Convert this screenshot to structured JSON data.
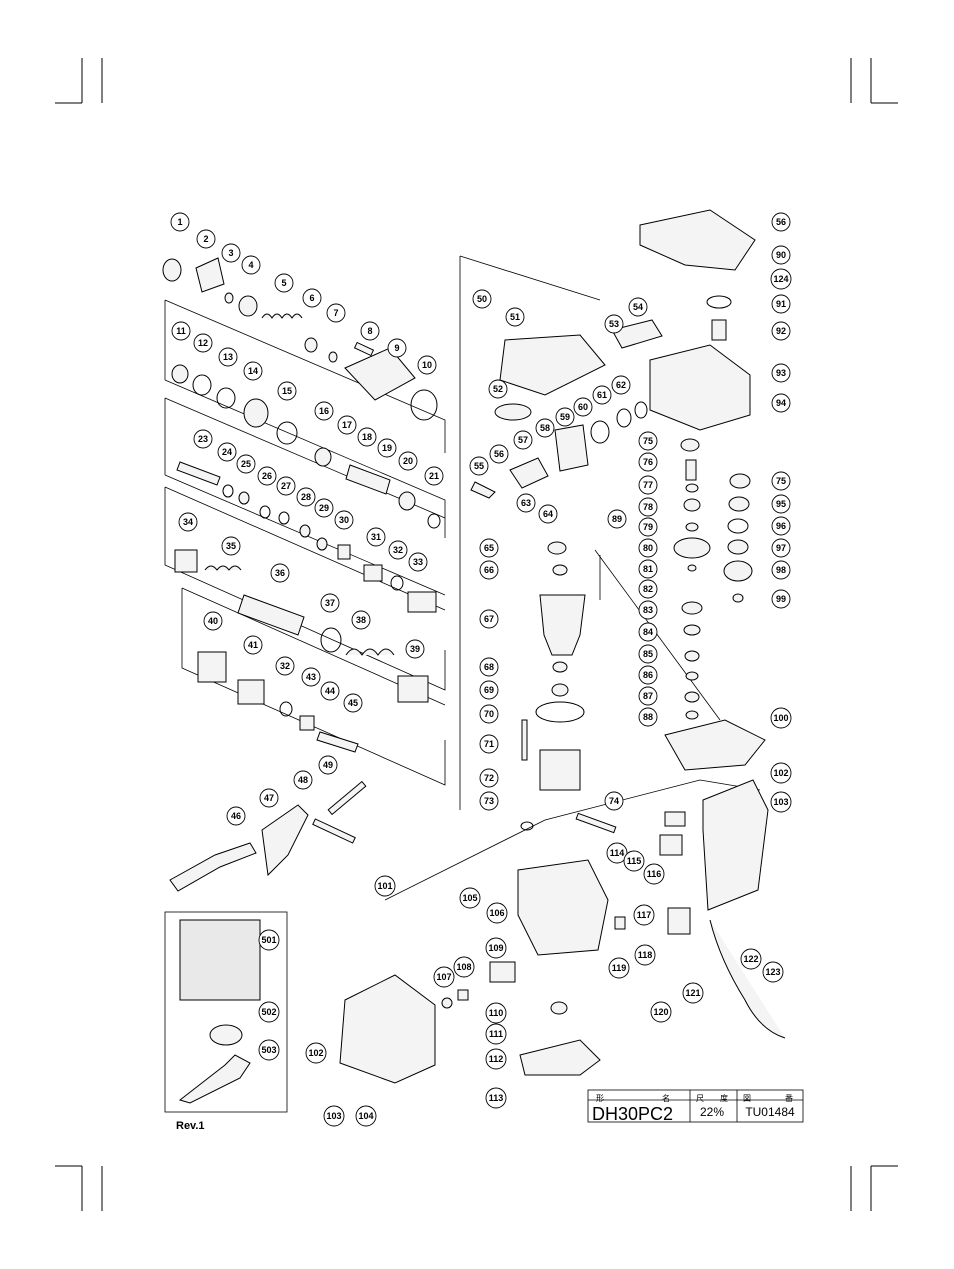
{
  "drawing": {
    "revision": "Rev.1",
    "title_block": {
      "model_header": "形　　名",
      "scale_header": "尺　度",
      "ref_header": "図　　番",
      "model": "DH30PC2",
      "scale": "22%",
      "ref": "TU01484"
    }
  },
  "callouts": [
    "1",
    "2",
    "3",
    "4",
    "5",
    "6",
    "7",
    "8",
    "9",
    "10",
    "11",
    "12",
    "13",
    "14",
    "15",
    "16",
    "17",
    "18",
    "19",
    "20",
    "21",
    "23",
    "24",
    "25",
    "26",
    "27",
    "28",
    "29",
    "30",
    "31",
    "32",
    "33",
    "34",
    "35",
    "36",
    "37",
    "38",
    "39",
    "40",
    "41",
    "32",
    "43",
    "44",
    "45",
    "46",
    "47",
    "48",
    "49",
    "50",
    "51",
    "52",
    "53",
    "54",
    "55",
    "56",
    "57",
    "58",
    "59",
    "60",
    "61",
    "62",
    "63",
    "64",
    "65",
    "66",
    "67",
    "68",
    "69",
    "70",
    "71",
    "72",
    "73",
    "74",
    "75",
    "76",
    "77",
    "78",
    "79",
    "80",
    "81",
    "82",
    "83",
    "84",
    "85",
    "86",
    "87",
    "88",
    "89",
    "56",
    "90",
    "124",
    "91",
    "92",
    "93",
    "94",
    "75",
    "95",
    "96",
    "97",
    "98",
    "99",
    "100",
    "101",
    "102",
    "103",
    "104",
    "105",
    "106",
    "107",
    "108",
    "109",
    "110",
    "111",
    "112",
    "113",
    "114",
    "115",
    "116",
    "117",
    "118",
    "119",
    "120",
    "121",
    "122",
    "123",
    "102",
    "103",
    "501",
    "502",
    "503"
  ],
  "colors": {
    "ink": "#000000",
    "paper": "#ffffff"
  }
}
